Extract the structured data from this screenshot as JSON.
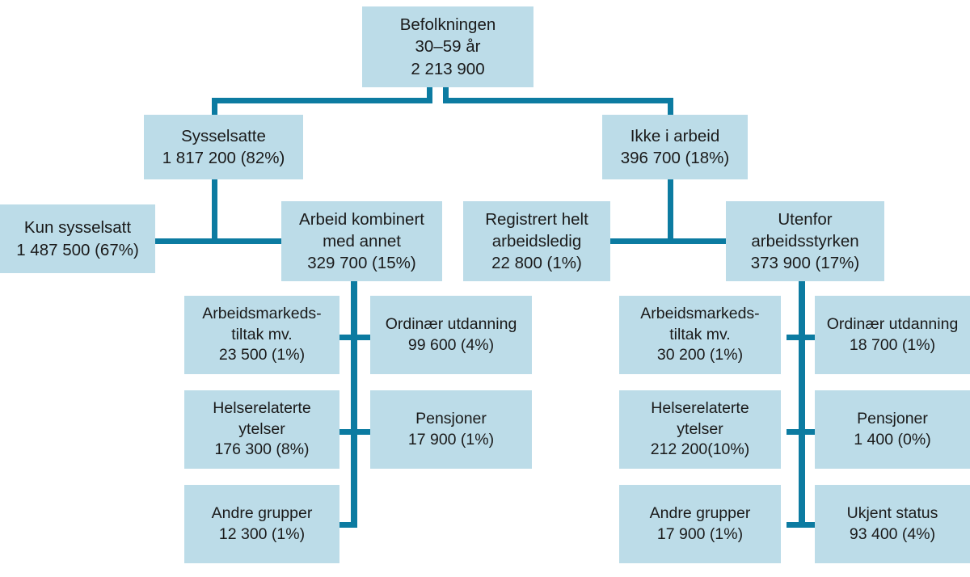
{
  "diagram": {
    "title": "Befolkningen 30-59 ar - arbeidsmarkedsstatus",
    "colors": {
      "box_fill": "#bcdce8",
      "connector": "#0c7ba1",
      "text": "#1a1a1a",
      "background": "#ffffff"
    },
    "nodes": {
      "root": {
        "line1": "Befolkningen",
        "line2": "30–59 år",
        "line3": "2 213 900"
      },
      "sysselsatte": {
        "line1": "Sysselsatte",
        "line2": "1 817 200 (82%)"
      },
      "ikke_i_arbeid": {
        "line1": "Ikke i arbeid",
        "line2": "396 700 (18%)"
      },
      "kun_sysselsatt": {
        "line1": "Kun sysselsatt",
        "line2": "1 487 500 (67%)"
      },
      "arbeid_kombinert": {
        "line1": "Arbeid kombinert",
        "line2": "med annet",
        "line3": "329 700 (15%)"
      },
      "registrert_arbeidsledig": {
        "line1": "Registrert helt",
        "line2": "arbeidsledig",
        "line3": "22 800 (1%)"
      },
      "utenfor_arbeidsstyrken": {
        "line1": "Utenfor",
        "line2": "arbeidsstyrken",
        "line3": "373 900 (17%)"
      },
      "left_tiltak": {
        "line1": "Arbeidsmarkeds-",
        "line2": "tiltak mv.",
        "line3": "23 500 (1%)"
      },
      "left_utdanning": {
        "line1": "Ordinær utdanning",
        "line2": "99 600 (4%)"
      },
      "left_helse": {
        "line1": "Helserelaterte",
        "line2": "ytelser",
        "line3": "176 300 (8%)"
      },
      "left_pensjoner": {
        "line1": "Pensjoner",
        "line2": "17 900 (1%)"
      },
      "left_andre": {
        "line1": "Andre grupper",
        "line2": "12 300 (1%)"
      },
      "right_tiltak": {
        "line1": "Arbeidsmarkeds-",
        "line2": "tiltak mv.",
        "line3": "30 200 (1%)"
      },
      "right_utdanning": {
        "line1": "Ordinær utdanning",
        "line2": "18 700 (1%)"
      },
      "right_helse": {
        "line1": "Helserelaterte",
        "line2": "ytelser",
        "line3": "212 200(10%)"
      },
      "right_pensjoner": {
        "line1": "Pensjoner",
        "line2": "1 400 (0%)"
      },
      "right_andre": {
        "line1": "Andre grupper",
        "line2": "17 900 (1%)"
      },
      "right_ukjent": {
        "line1": "Ukjent status",
        "line2": "93 400 (4%)"
      }
    }
  }
}
